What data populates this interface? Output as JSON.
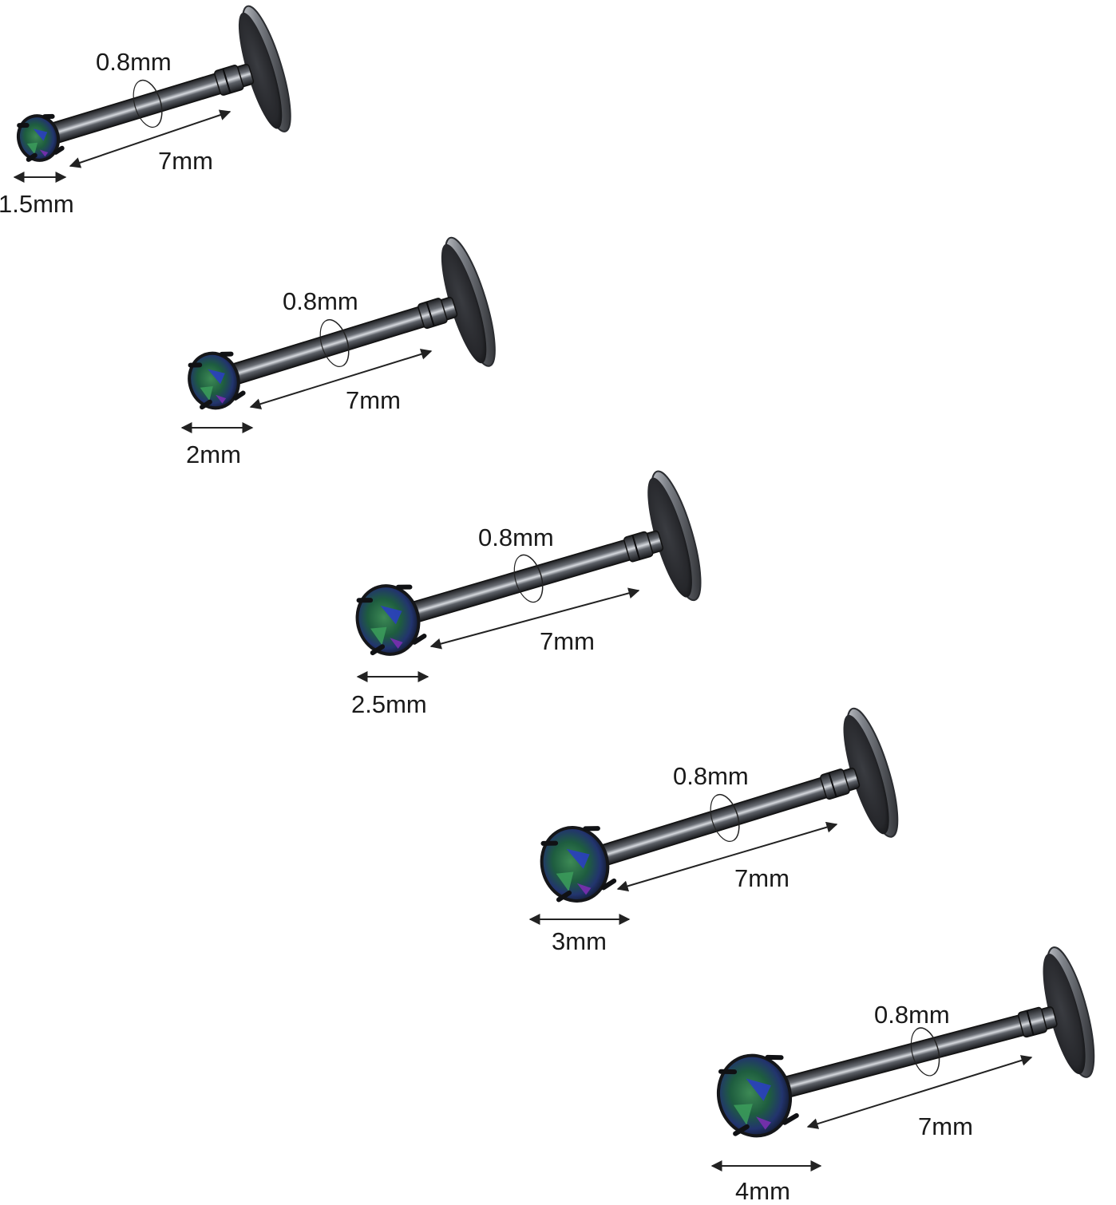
{
  "studs": [
    {
      "gauge": "0.8mm",
      "length": "7mm",
      "gem": "1.5mm"
    },
    {
      "gauge": "0.8mm",
      "length": "7mm",
      "gem": "2mm"
    },
    {
      "gauge": "0.8mm",
      "length": "7mm",
      "gem": "2.5mm"
    },
    {
      "gauge": "0.8mm",
      "length": "7mm",
      "gem": "3mm"
    },
    {
      "gauge": "0.8mm",
      "length": "7mm",
      "gem": "4mm"
    }
  ],
  "colors": {
    "metal_dark": "#2b2d31",
    "metal_mid": "#5a5d63",
    "metal_light": "#c9ccd1",
    "gem_green": "#1f7a4a",
    "gem_blue": "#2a3fbf",
    "gem_purple": "#7a2fb0",
    "dimension_line": "#222222"
  }
}
